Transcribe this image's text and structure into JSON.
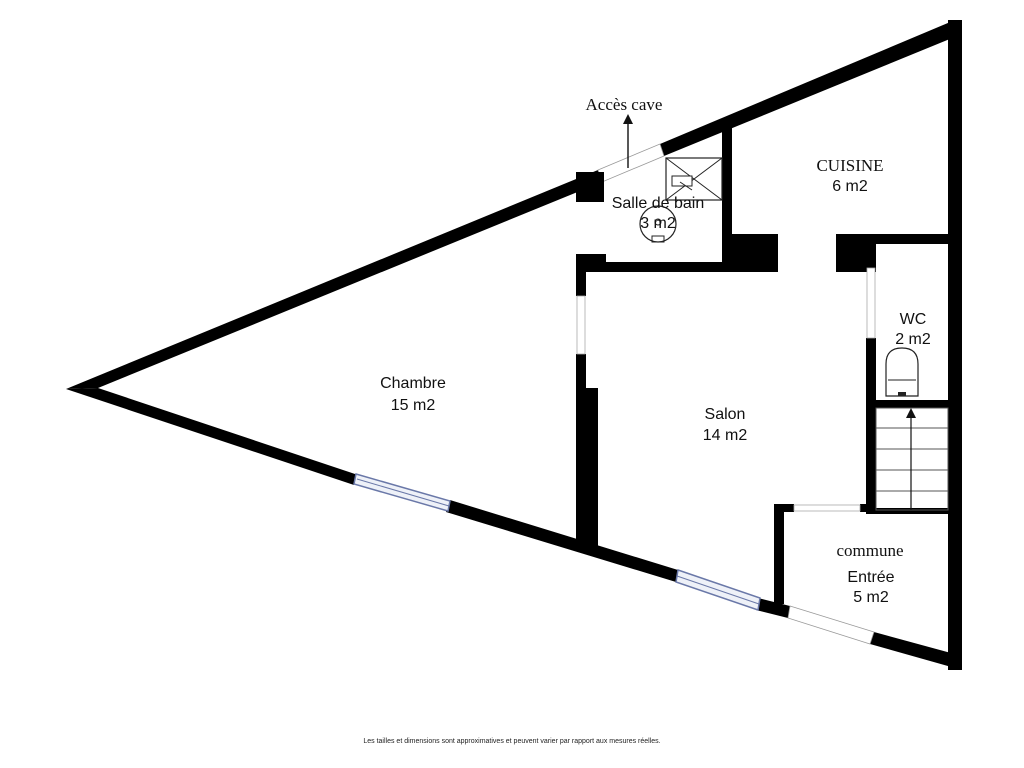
{
  "rooms": {
    "chambre": {
      "name": "Chambre",
      "area": "15 m2"
    },
    "salon": {
      "name": "Salon",
      "area": "14 m2"
    },
    "cuisine": {
      "name": "CUISINE",
      "area": "6 m2"
    },
    "salle_de_bain": {
      "name": "Salle de bain",
      "area": "3 m2"
    },
    "wc": {
      "name": "WC",
      "area": "2 m2"
    },
    "entree": {
      "name": "Entrée",
      "area": "5 m2"
    }
  },
  "annotations": {
    "acces_cave": "Accès cave",
    "commune": "commune"
  },
  "footer": {
    "disclaimer": "Les tailles et dimensions sont approximatives et peuvent varier par rapport aux mesures réelles."
  }
}
